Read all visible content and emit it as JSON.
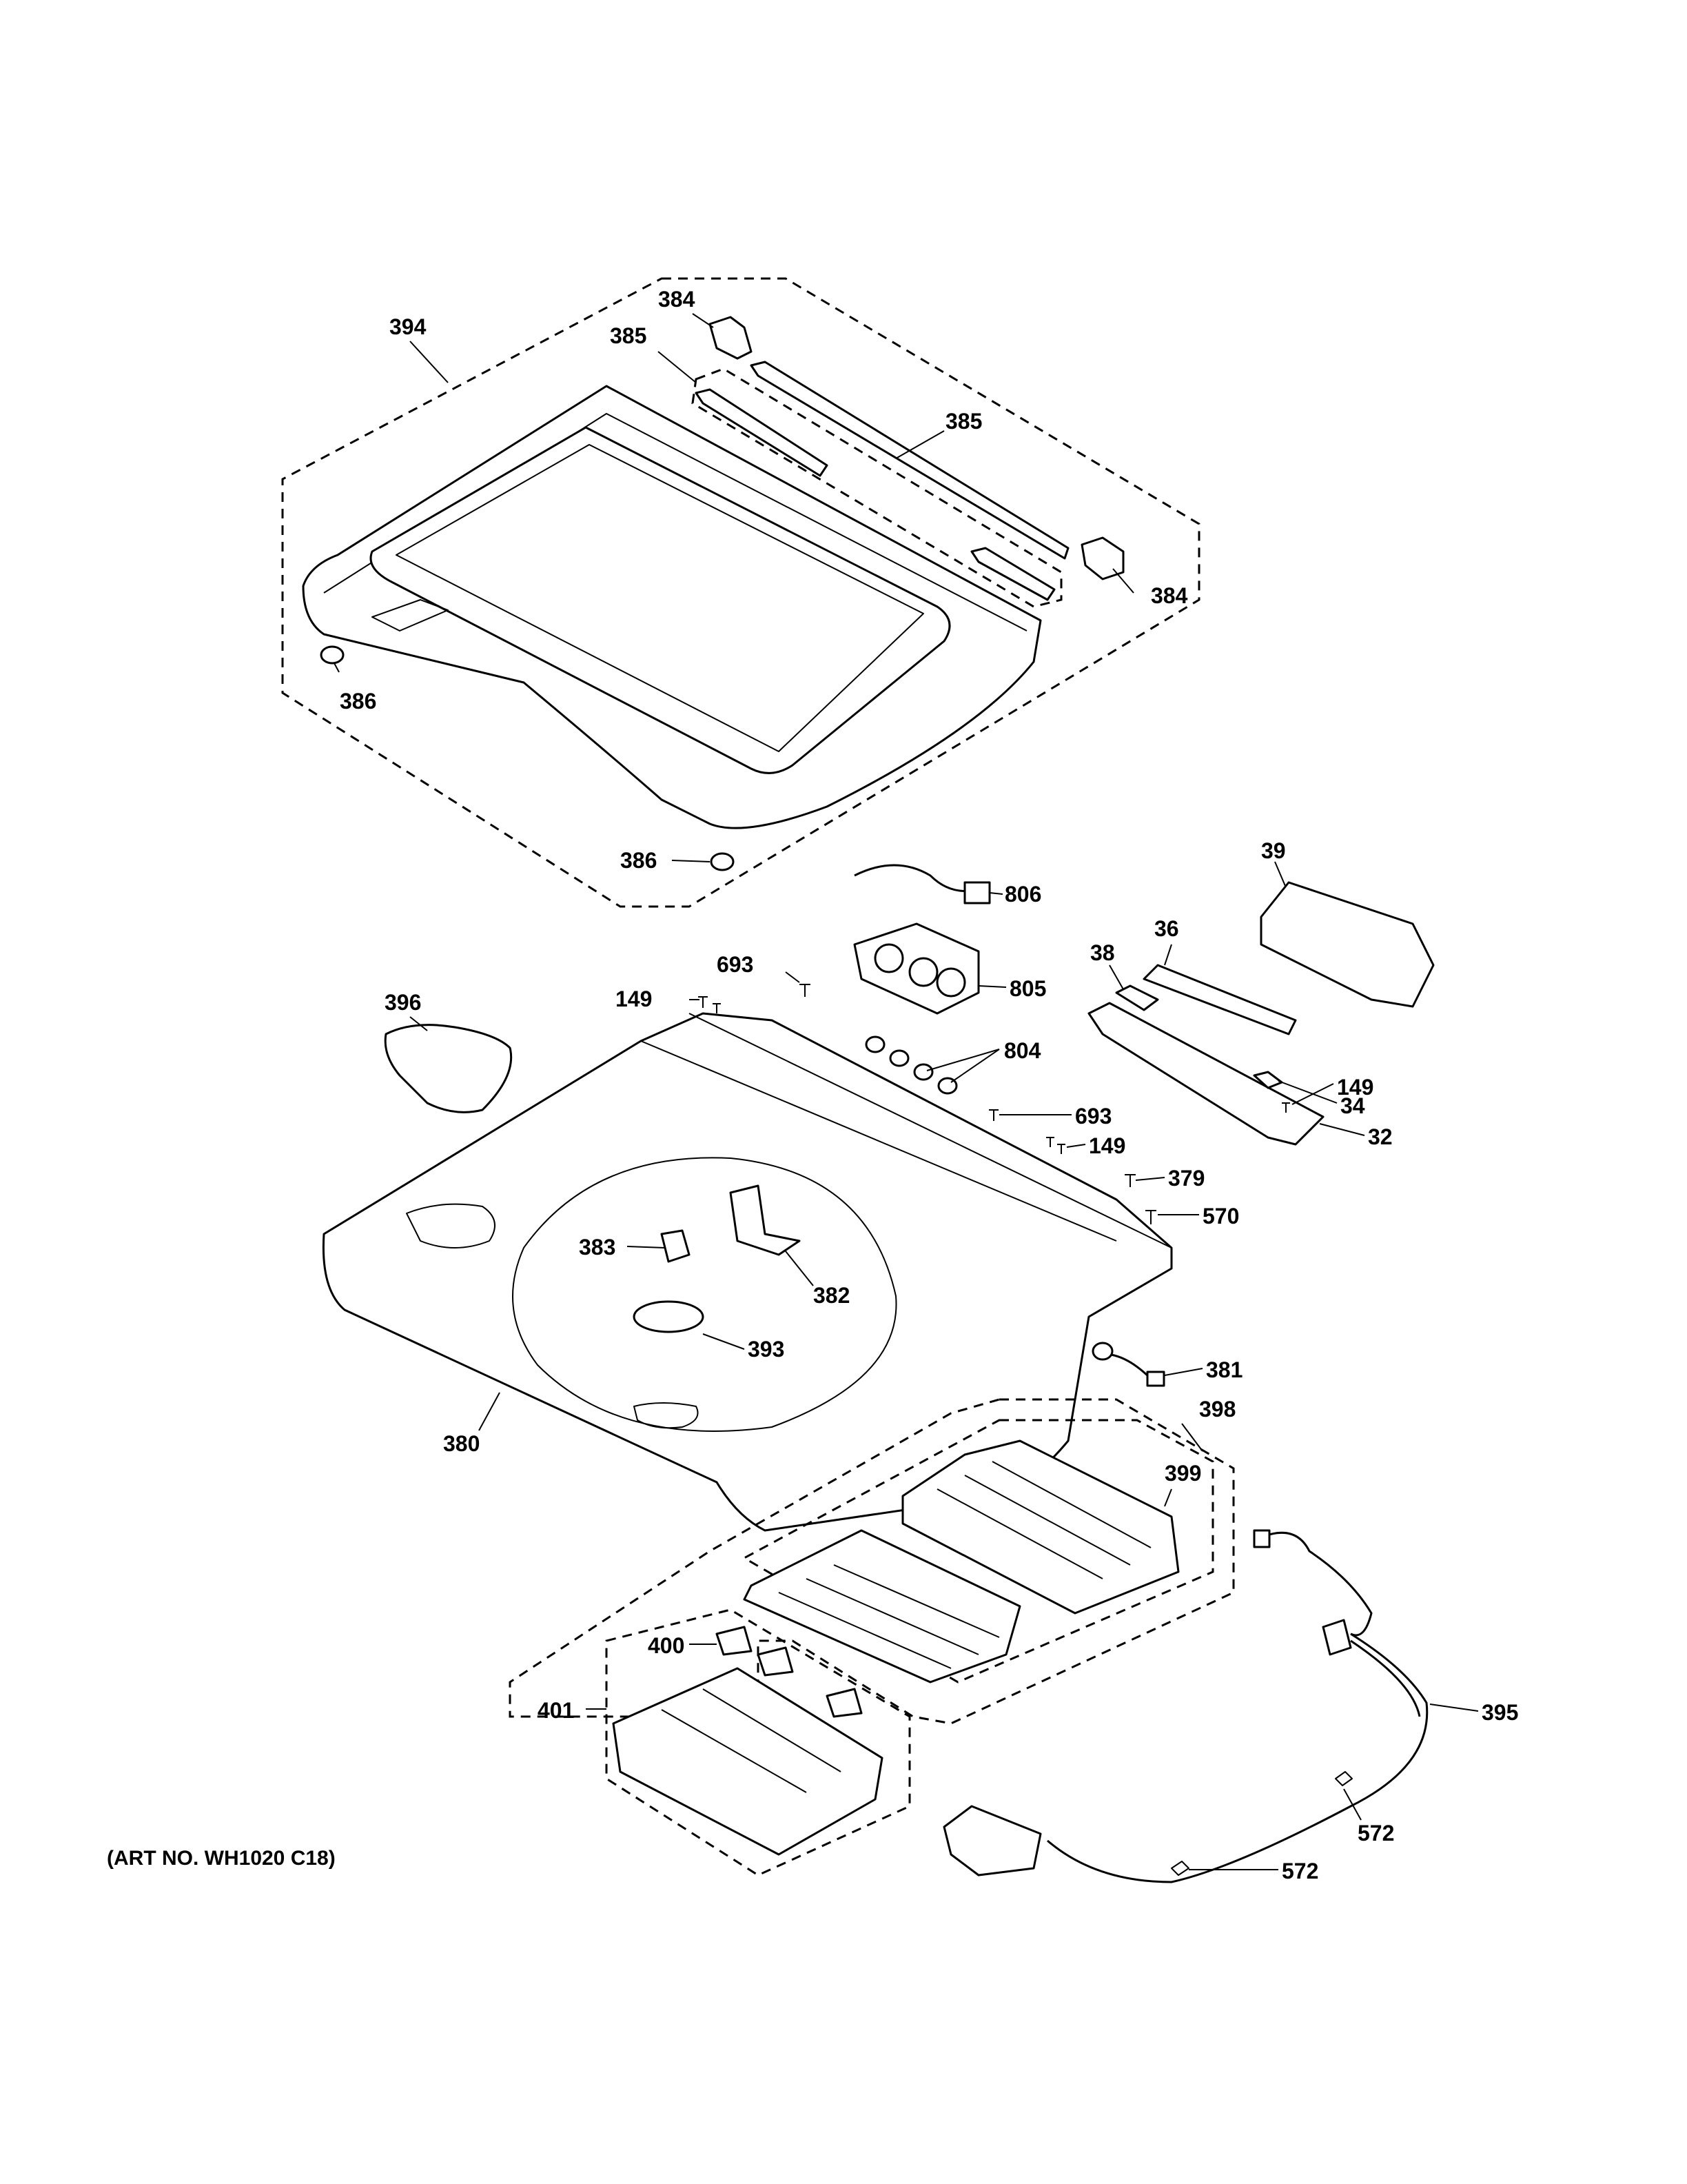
{
  "art_number": "(ART NO. WH1020 C18)",
  "callouts": {
    "c394": "394",
    "c384a": "384",
    "c385a": "385",
    "c385b": "385",
    "c384b": "384",
    "c386a": "386",
    "c386b": "386",
    "c806": "806",
    "c39": "39",
    "c36": "36",
    "c38": "38",
    "c693a": "693",
    "c149a": "149",
    "c805": "805",
    "c396": "396",
    "c804": "804",
    "c149b": "149",
    "c34": "34",
    "c693b": "693",
    "c149c": "149",
    "c32": "32",
    "c379": "379",
    "c570": "570",
    "c383": "383",
    "c382": "382",
    "c393": "393",
    "c381": "381",
    "c398": "398",
    "c380": "380",
    "c399": "399",
    "c400": "400",
    "c401": "401",
    "c395": "395",
    "c572a": "572",
    "c572b": "572"
  }
}
